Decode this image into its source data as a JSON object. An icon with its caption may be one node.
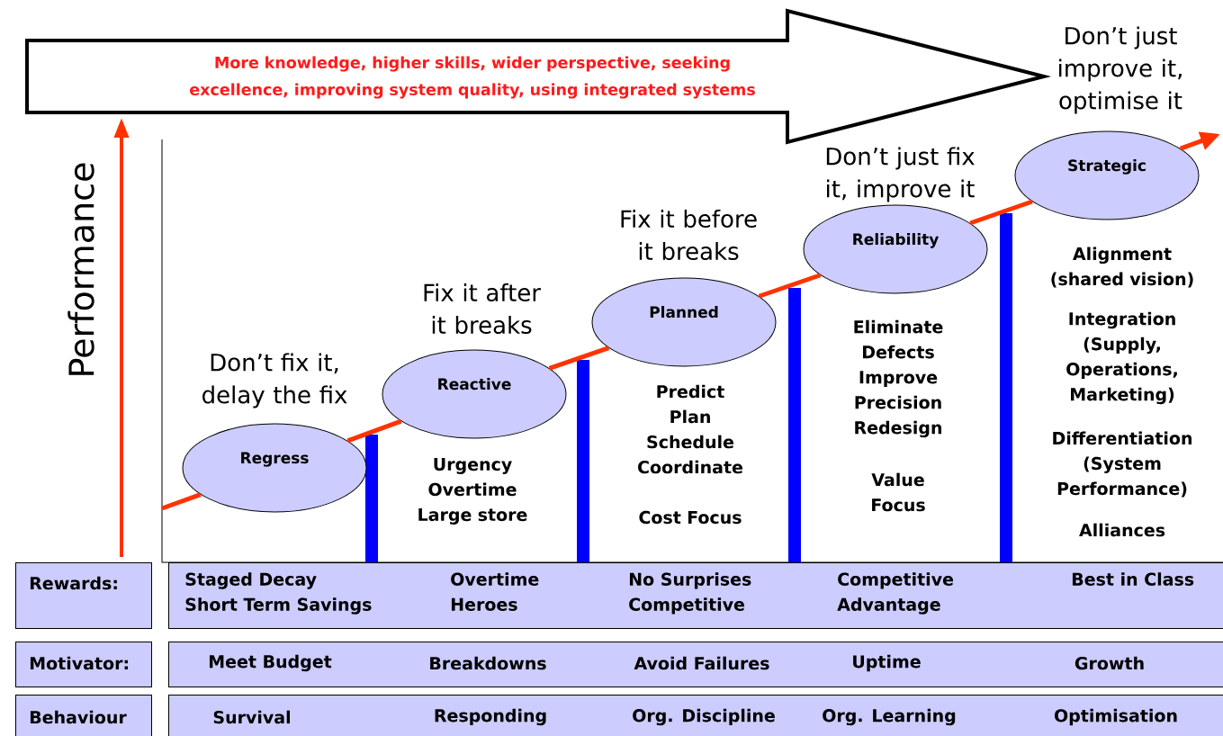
{
  "diagram": {
    "nodes": [
      {
        "text": [
          "More knowledge, higher skills, wider perspective, seeking excellence, improving system quality, using integrated systems"
        ]
      },
      {
        "text": [
          "Regress"
        ],
        "beside": [
          "Don’t fix it, delay the fix"
        ]
      },
      {
        "text": [
          "Reactive"
        ],
        "beside": [
          "Fix it after it breaks",
          "Urgency Overtime Large store"
        ]
      },
      {
        "text": [
          "Planned"
        ],
        "beside": [
          "Fix it before it breaks",
          "Predict Plan Schedule Coordinate",
          "Cost Focus"
        ]
      },
      {
        "text": [
          "Reliability"
        ],
        "beside": [
          "Don’t just fix it, improve it",
          "Eliminate Defects Improve Precision Redesign",
          "Value Focus"
        ]
      },
      {
        "text": [
          "Strategic"
        ],
        "beside": [
          "Don’t just improve it, optimise it",
          "Alignment (shared vision)",
          "Integration (Supply, Operations, Marketing)",
          "Differentiation (System Performance)",
          "Alliances"
        ]
      },
      {
        "text": [
          "Rewards:"
        ]
      },
      {
        "text": [
          "Staged Decay",
          "Short Term Savings",
          "Overtime Heroes",
          "No Surprises",
          "Competitive",
          "Competitive Advantage",
          "Best in Class"
        ]
      },
      {
        "text": [
          "Motivator:"
        ]
      },
      {
        "text": [
          "Meet Budget",
          "Breakdowns",
          "Avoid Failures",
          "Uptime",
          "Growth"
        ]
      },
      {
        "text": [
          "Behaviour"
        ]
      },
      {
        "text": [
          "Survival",
          "Responding",
          "Org. Discipline",
          "Org. Learning",
          "Optimisation"
        ]
      }
    ],
    "edges": [
      {
        "from": null,
        "to": 1,
        "arrow": "none"
      },
      {
        "from": 1,
        "to": 2,
        "arrow": "none"
      },
      {
        "from": 2,
        "to": 3,
        "arrow": "none"
      },
      {
        "from": 3,
        "to": 4,
        "arrow": "none"
      },
      {
        "from": 4,
        "to": 5,
        "arrow": "none"
      },
      {
        "from": 5,
        "to": null,
        "arrow": "to"
      }
    ],
    "labels": [
      "Performance"
    ]
  }
}
